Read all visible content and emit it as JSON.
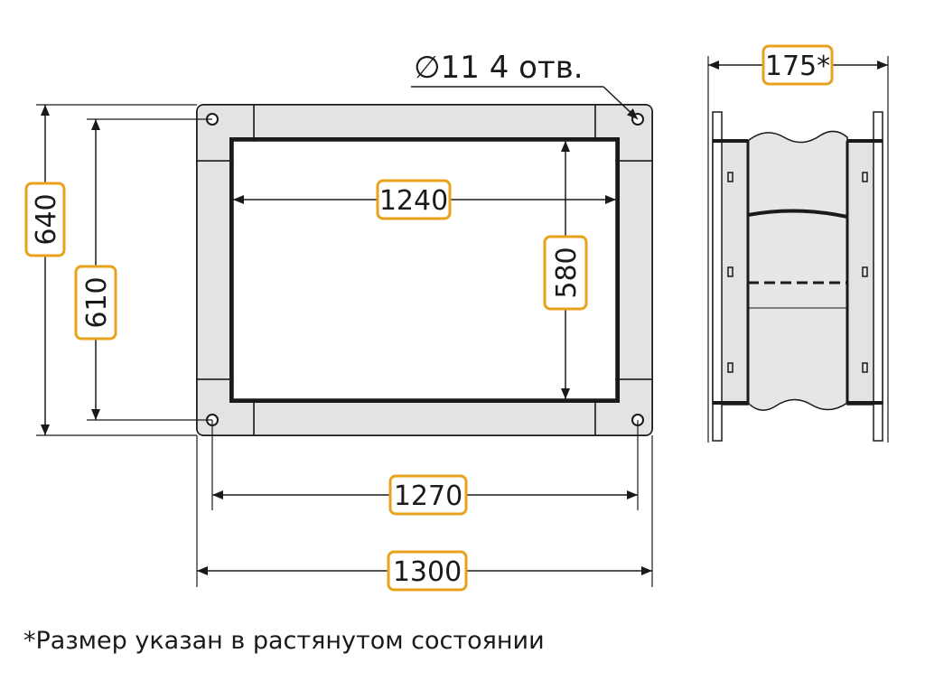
{
  "dimensions": {
    "hole_callout": "∅11  4 отв.",
    "outer_width": "1300",
    "hole_spacing_width": "1270",
    "inner_width": "1240",
    "outer_height": "640",
    "hole_spacing_height": "610",
    "inner_height": "580",
    "depth": "175*"
  },
  "footnote": "*Размер указан в растянутом состоянии",
  "colors": {
    "highlight_border": "#e8a21b",
    "line": "#1a1a1a",
    "frame_fill": "#e3e3e3",
    "bellows_fill": "#e6e6e6"
  }
}
